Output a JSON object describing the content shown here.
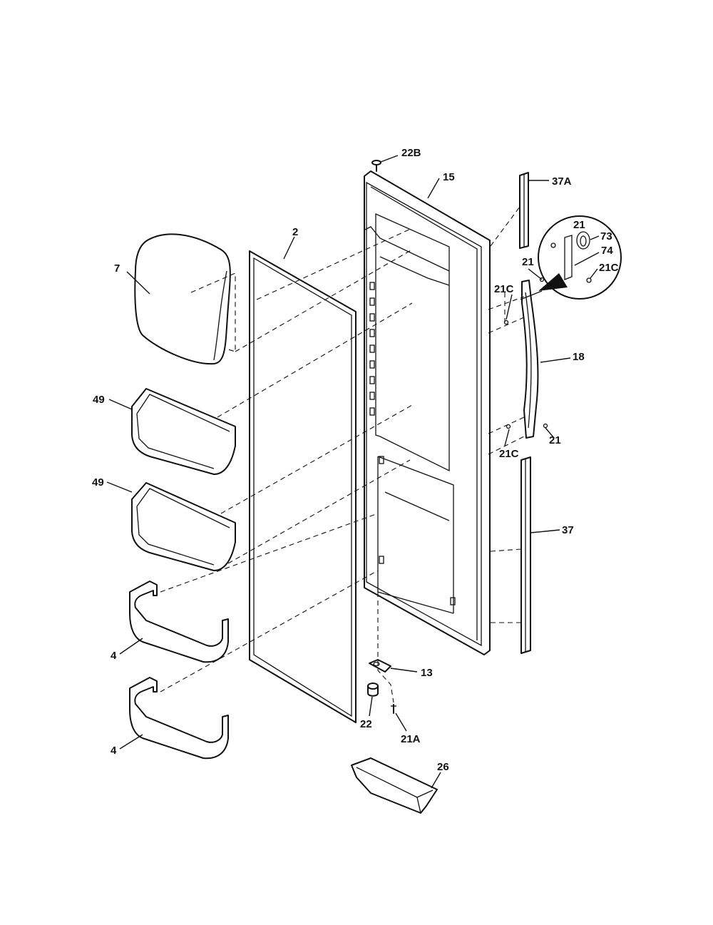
{
  "diagram": {
    "callouts": [
      "22B",
      "15",
      "2",
      "7",
      "37A",
      "21",
      "73",
      "74",
      "21C",
      "18",
      "49",
      "4",
      "37",
      "13",
      "22",
      "21A",
      "26"
    ]
  }
}
